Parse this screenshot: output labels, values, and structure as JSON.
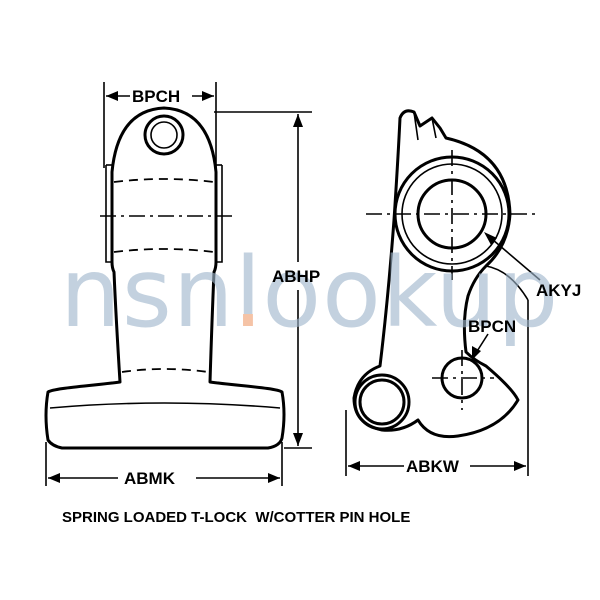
{
  "dimensions": {
    "top_width": "BPCH",
    "height": "ABHP",
    "base_width": "ABMK",
    "side_width": "ABKW",
    "bore": "AKYJ",
    "pin_hole": "BPCN"
  },
  "caption": "SPRING LOADED T-LOCK  W/COTTER PIN HOLE",
  "watermark": {
    "text_main": "nsnlookup",
    "dot": ".",
    "color_main": "#9fb6cc",
    "color_dot": "#f0a070"
  }
}
